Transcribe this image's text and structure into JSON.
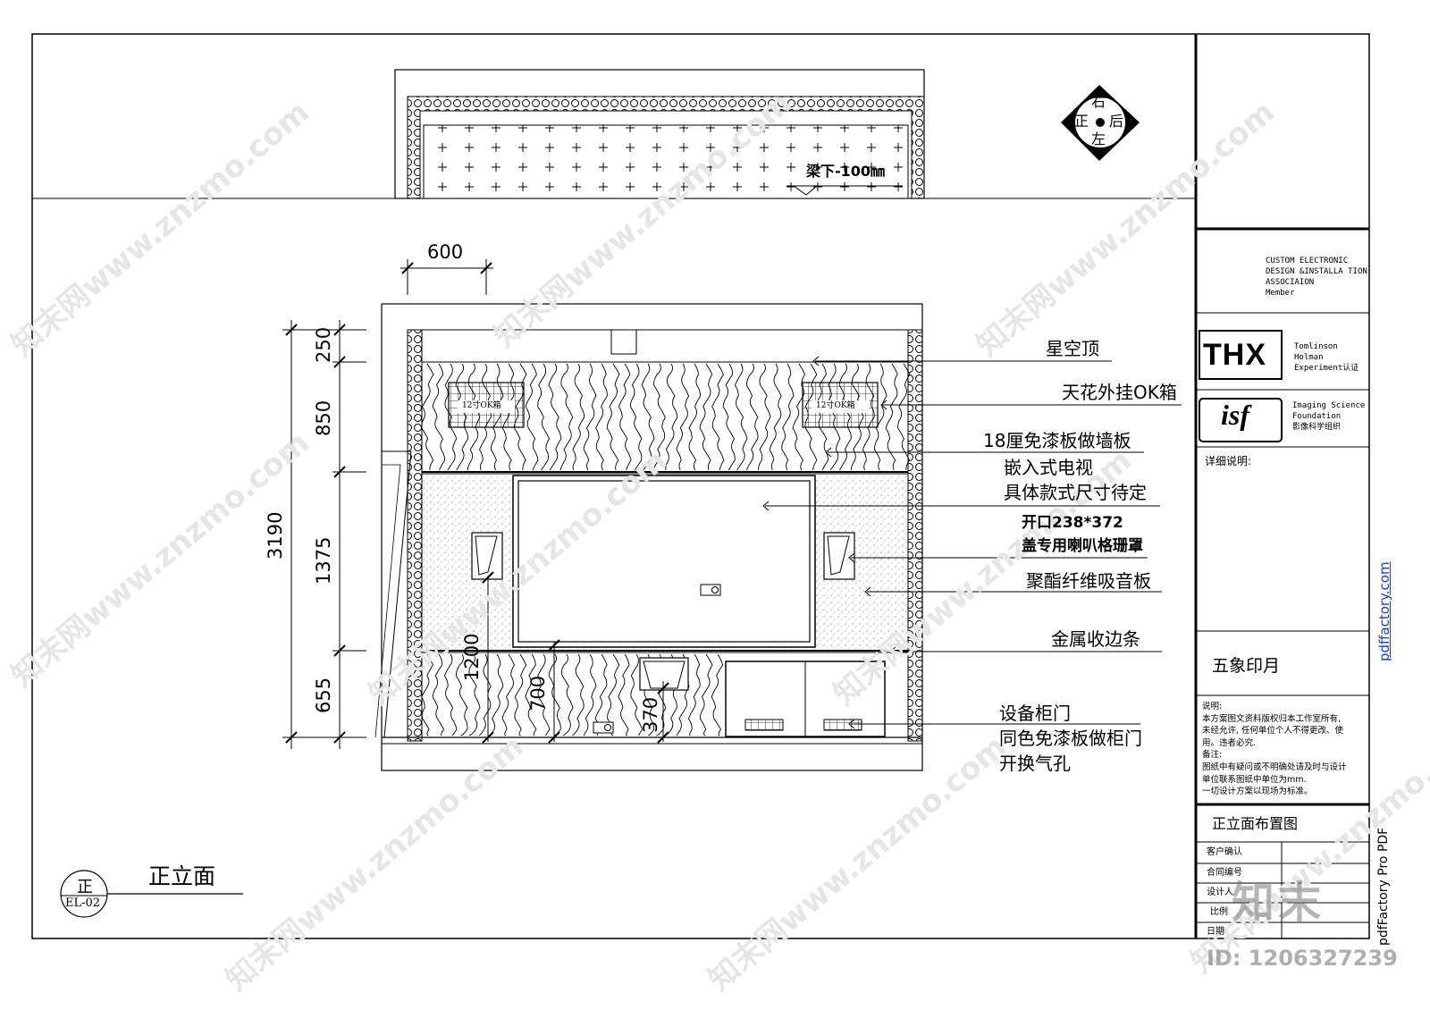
{
  "drawing": {
    "title": "正立面",
    "symbol_top": "正",
    "symbol_bottom": "EL-02",
    "beam_note": "梁下-100㎜",
    "compass": {
      "top": "右",
      "left": "正",
      "right": "后",
      "bottom": "左"
    },
    "dimensions": {
      "top_width": "600",
      "total_height": "3190",
      "seg_1": "250",
      "seg_2": "850",
      "seg_3": "1375",
      "seg_4": "655",
      "inner_1": "1200",
      "inner_2": "700",
      "inner_3": "370"
    },
    "ok_box_label": "12寸OK箱",
    "callouts": [
      "星空顶",
      "天花外挂OK箱",
      "18厘免漆板做墙板",
      "嵌入式电视",
      "具体款式尺寸待定",
      "开口238*372",
      "盖专用喇叭格珊罩",
      "聚酯纤维吸音板",
      "金属收边条",
      "设备柜门",
      "同色免漆板做柜门",
      "开换气孔"
    ]
  },
  "title_block": {
    "cedia_lines": [
      "CUSTOM ELECTRONIC",
      "DESIGN &INSTALLA TION",
      "ASSOCIAION",
      "Member"
    ],
    "thx_logo": "THX",
    "thx_lines": [
      "Tomlinson",
      "Holman",
      "Experiment认证"
    ],
    "isf_logo": "isf",
    "isf_lines": [
      "Imaging Science",
      "Foundation",
      "影像科学组织"
    ],
    "detail_label": "详细说明:",
    "company": "五象印月",
    "notes_lines": [
      "说明:",
      "本方案图文资料版权归本工作室所有,",
      "未经允许, 任何单位个人不得更改、使",
      "用。违者必究.",
      "备注:",
      "图纸中有疑问或不明确处请及时与设计",
      "单位联系图纸中单位为mm.",
      "一切设计方案以现场为标准。"
    ],
    "sheet_title": "正立面布置图",
    "rows": [
      "客户确认",
      "合同编号",
      "设计人",
      "比例",
      "日期"
    ]
  },
  "overlay": {
    "side_url": "pdffactory.com",
    "side_product": "pdfFactory Pro PDF",
    "watermark": "知末网www.znzmo.com",
    "brand": "知末",
    "id_text": "ID: 1206327239"
  }
}
